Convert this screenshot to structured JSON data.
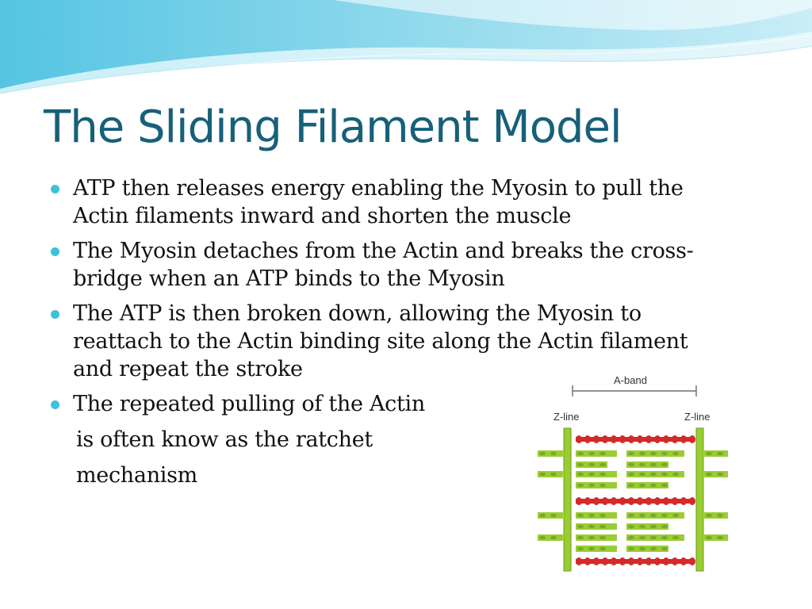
{
  "slide": {
    "title": "The Sliding Filament Model",
    "bullets": [
      {
        "lines": [
          "ATP then releases energy enabling the Myosin to pull the",
          "Actin filaments inward and shorten the muscle"
        ]
      },
      {
        "lines": [
          "The Myosin detaches from the Actin and breaks the cross-",
          "bridge when an ATP binds to the Myosin"
        ]
      },
      {
        "lines": [
          "The ATP is then broken down, allowing the Myosin to",
          "reattach to the Actin binding site along  the Actin filament",
          "and repeat  the stroke"
        ]
      },
      {
        "lines": [
          "The repeated pulling of the Actin"
        ]
      }
    ],
    "continuation": [
      "is often know as the ratchet",
      "mechanism"
    ]
  },
  "diagram": {
    "a_band_label": "A-band",
    "z_line_left_label": "Z-line",
    "z_line_right_label": "Z-line"
  },
  "colors": {
    "title": "#17607a",
    "bullet": "#3fc0d8",
    "actin": "#9acd32",
    "myosin": "#d42a2a",
    "z_line": "#9acd32"
  }
}
